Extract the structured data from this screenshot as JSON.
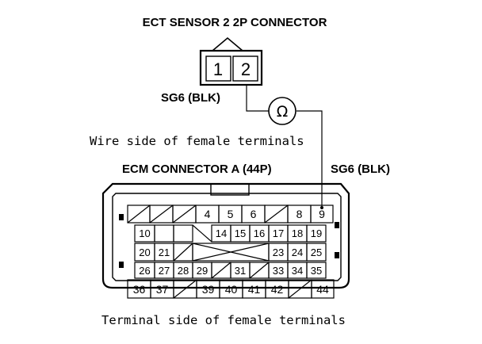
{
  "title": "ECT SENSOR 2 2P CONNECTOR",
  "sensor_pins": [
    "1",
    "2"
  ],
  "wire_label_sensor": "SG6 (BLK)",
  "wire_label_ecm": "SG6 (BLK)",
  "ohmmeter_symbol": "Ω",
  "wire_side_text": "Wire side of female terminals",
  "ecm_connector_title": "ECM CONNECTOR A (44P)",
  "terminal_side_text": "Terminal side of female terminals",
  "ecm_rows": [
    [
      "",
      "",
      "",
      "4",
      "5",
      "6",
      "",
      "8",
      "9"
    ],
    [
      "10",
      "",
      "",
      "14",
      "15",
      "16",
      "17",
      "18",
      "19"
    ],
    [
      "20",
      "21",
      "",
      "",
      "",
      "",
      "23",
      "24",
      "25"
    ],
    [
      "26",
      "27",
      "28",
      "29",
      "",
      "31",
      "",
      "33",
      "34",
      "35"
    ],
    [
      "36",
      "37",
      "",
      "39",
      "40",
      "41",
      "42",
      "",
      "44"
    ]
  ]
}
